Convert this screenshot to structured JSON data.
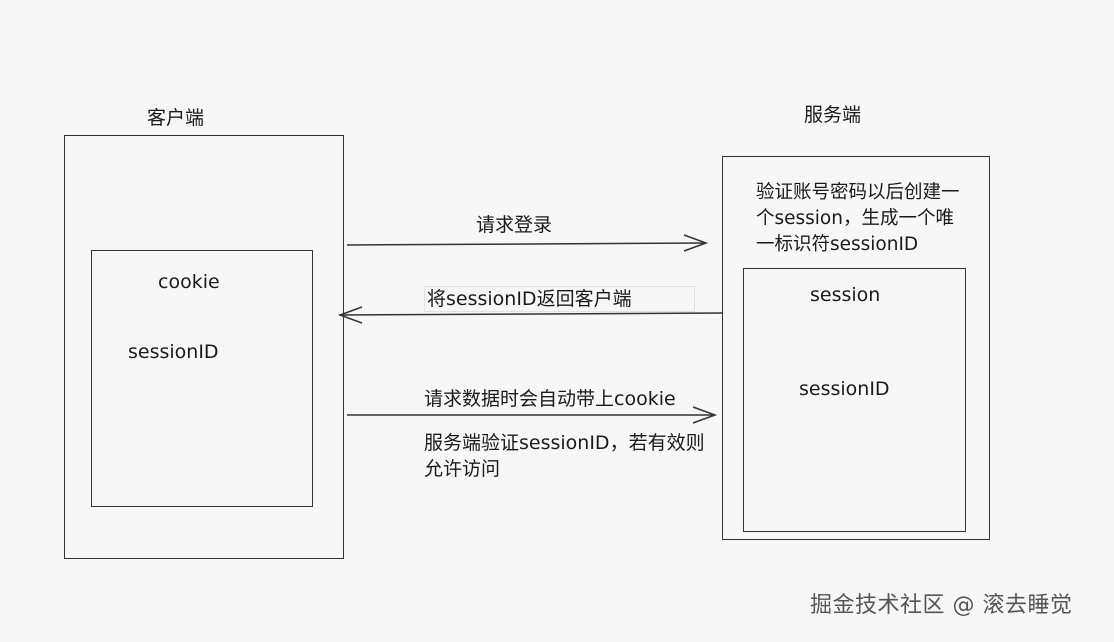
{
  "client": {
    "title": "客户端",
    "cookie": "cookie",
    "session_id": "sessionID"
  },
  "server": {
    "title": "服务端",
    "description": "验证账号密码以后创建一个session，生成一个唯一标识符sessionID",
    "session": "session",
    "session_id": "sessionID"
  },
  "flows": {
    "login": "请求登录",
    "return_session": "将sessionID返回客户端",
    "request_with_cookie": "请求数据时会自动带上cookie",
    "verify": "服务端验证sessionID，若有效则允许访问"
  },
  "watermark": "掘金技术社区 @ 滚去睡觉"
}
